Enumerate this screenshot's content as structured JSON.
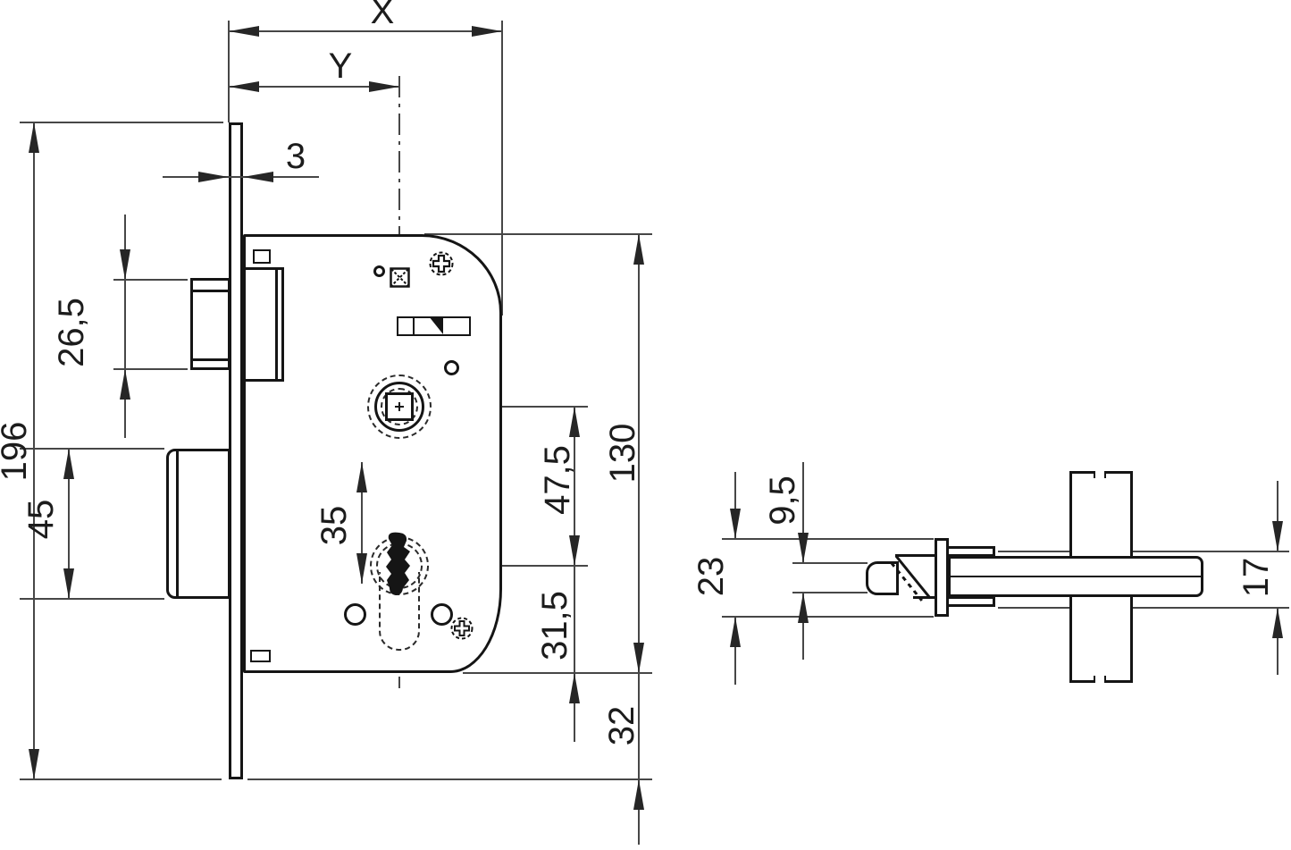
{
  "drawing_type": "mortise-lock-technical-drawing",
  "dimensions": {
    "front": {
      "outer_width": "X",
      "center_distance": "Y",
      "faceplate_thickness": "3",
      "total_height": "196",
      "latch_bolt_height": "26,5",
      "dead_bolt_height": "45",
      "cylinder_offset": "35",
      "follower_to_cylinder": "47,5",
      "case_height": "130",
      "cylinder_to_case_bottom": "31,5",
      "case_to_faceplate_end": "32"
    },
    "side": {
      "collar_height": "23",
      "latch_head_height": "9,5",
      "shaft_clearance": "17"
    }
  }
}
